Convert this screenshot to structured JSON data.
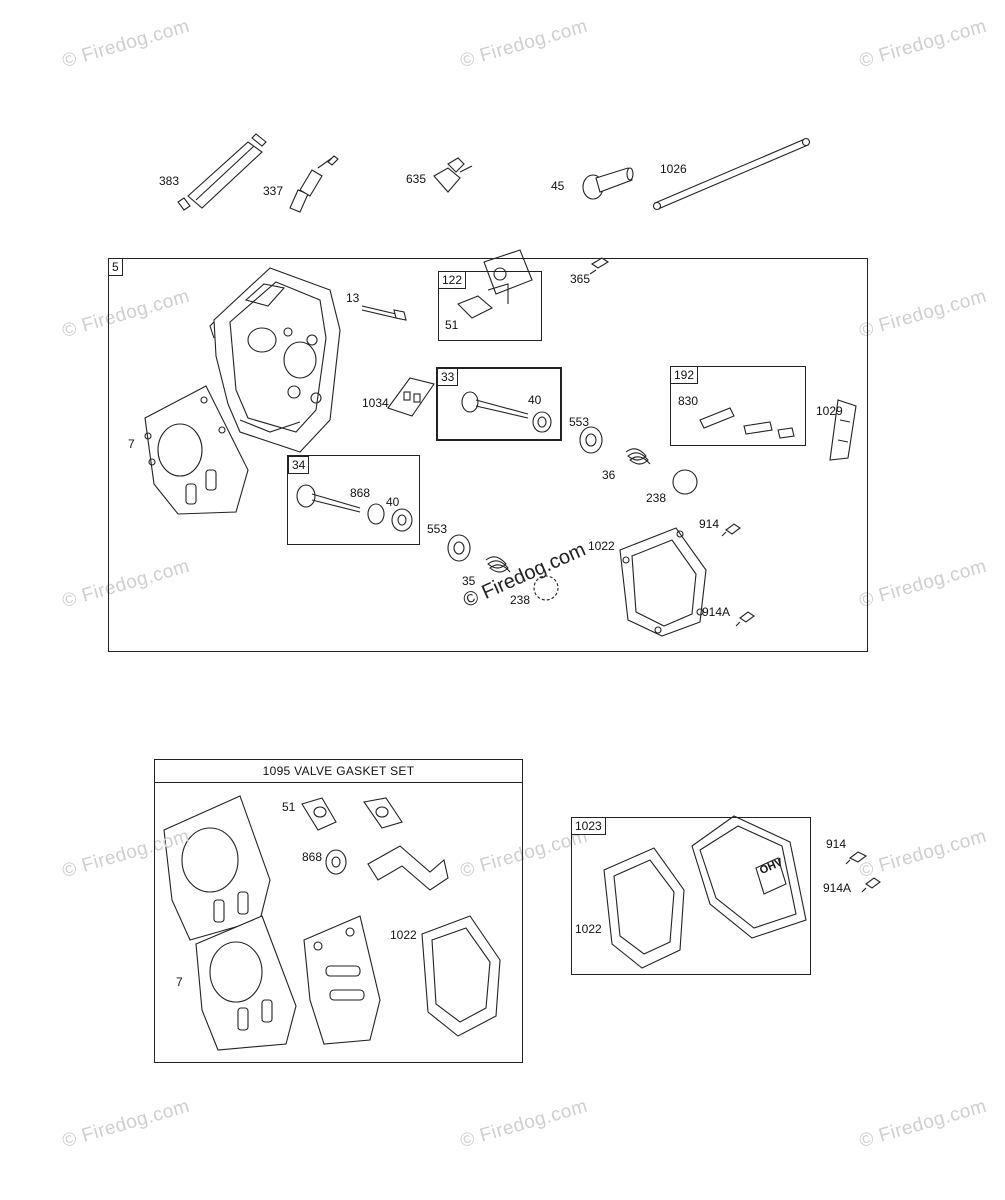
{
  "watermark": {
    "text": "© Firedog.com",
    "center_text": "© Firedog.com"
  },
  "top_parts": {
    "p383": "383",
    "p337": "337",
    "p635": "635",
    "p45": "45",
    "p1026": "1026"
  },
  "head_assembly": {
    "tag": "5",
    "p13": "13",
    "p7": "7",
    "p1034": "1034",
    "p365": "365",
    "p553a": "553",
    "p36": "36",
    "p238a": "238",
    "p1029": "1029",
    "p914": "914",
    "p553b": "553",
    "p1022": "1022",
    "p35": "35",
    "p238b": "238",
    "p914a": "914A",
    "kit122": {
      "tag": "122",
      "p51": "51"
    },
    "kit33": {
      "tag": "33",
      "p40": "40"
    },
    "kit192": {
      "tag": "192",
      "p830": "830"
    },
    "kit34": {
      "tag": "34",
      "p868": "868",
      "p40": "40"
    }
  },
  "gasket_set": {
    "title": "1095 VALVE GASKET SET",
    "p51": "51",
    "p868": "868",
    "p7": "7",
    "p1022": "1022"
  },
  "cover_kit": {
    "tag": "1023",
    "p1022": "1022",
    "p914": "914",
    "p914a": "914A",
    "badge": "OHV"
  }
}
